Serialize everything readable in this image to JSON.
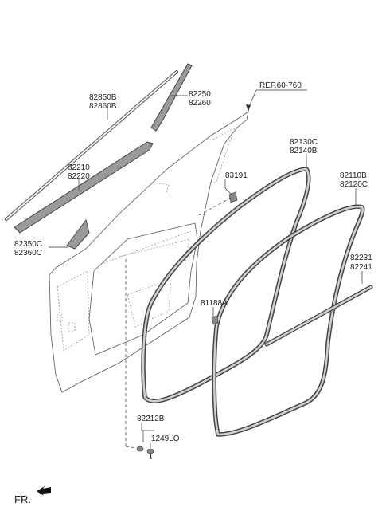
{
  "labels": {
    "p82850": "82850B",
    "p82860": "82860B",
    "p82250": "82250",
    "p82260": "82260",
    "ref": "REF.60-760",
    "p82130": "82130C",
    "p82140": "82140B",
    "p82210": "82210",
    "p82220": "82220",
    "p83191": "83191",
    "p82110": "82110B",
    "p82120": "82120C",
    "p82350": "82350C",
    "p82360": "82360C",
    "p82231": "82231",
    "p82241": "82241",
    "p81188": "81188A",
    "p82212": "82212B",
    "p1249": "1249LQ",
    "fr": "FR."
  }
}
